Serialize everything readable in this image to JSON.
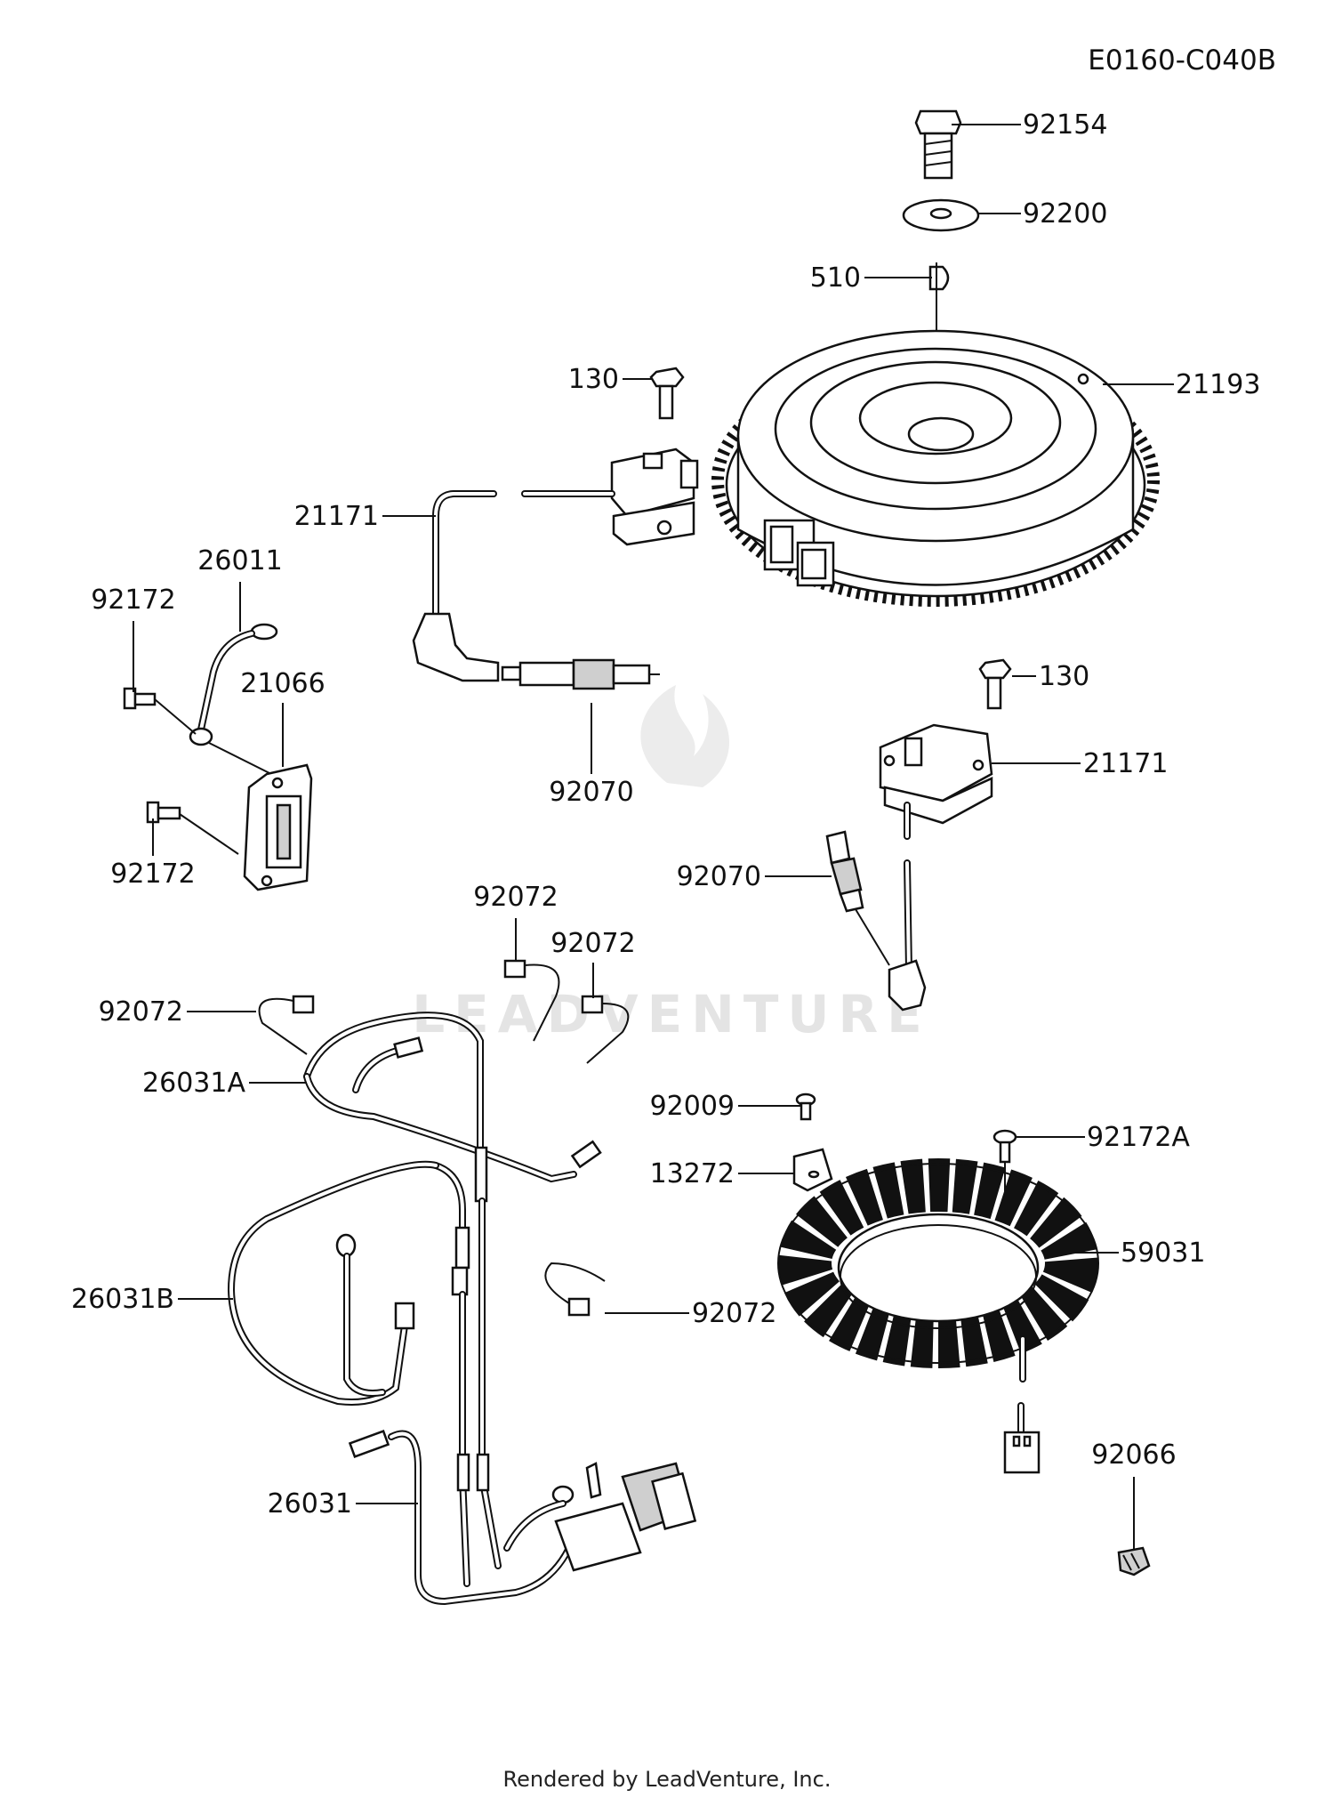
{
  "diagram": {
    "reference_code": "E0160-C040B",
    "footer": "Rendered by LeadVenture, Inc.",
    "watermark": "LEADVENTURE",
    "callouts": [
      {
        "id": "c-92154",
        "label": "92154"
      },
      {
        "id": "c-92200",
        "label": "92200"
      },
      {
        "id": "c-510",
        "label": "510"
      },
      {
        "id": "c-130-a",
        "label": "130"
      },
      {
        "id": "c-21193",
        "label": "21193"
      },
      {
        "id": "c-21171-a",
        "label": "21171"
      },
      {
        "id": "c-26011",
        "label": "26011"
      },
      {
        "id": "c-92172-a",
        "label": "92172"
      },
      {
        "id": "c-21066",
        "label": "21066"
      },
      {
        "id": "c-92070-a",
        "label": "92070"
      },
      {
        "id": "c-130-b",
        "label": "130"
      },
      {
        "id": "c-21171-b",
        "label": "21171"
      },
      {
        "id": "c-92172-b",
        "label": "92172"
      },
      {
        "id": "c-92070-b",
        "label": "92070"
      },
      {
        "id": "c-92072-a",
        "label": "92072"
      },
      {
        "id": "c-92072-b",
        "label": "92072"
      },
      {
        "id": "c-92072-c",
        "label": "92072"
      },
      {
        "id": "c-26031A",
        "label": "26031A"
      },
      {
        "id": "c-92009",
        "label": "92009"
      },
      {
        "id": "c-13272",
        "label": "13272"
      },
      {
        "id": "c-92172A",
        "label": "92172A"
      },
      {
        "id": "c-59031",
        "label": "59031"
      },
      {
        "id": "c-26031B",
        "label": "26031B"
      },
      {
        "id": "c-92072-d",
        "label": "92072"
      },
      {
        "id": "c-92066",
        "label": "92066"
      },
      {
        "id": "c-26031",
        "label": "26031"
      }
    ]
  }
}
